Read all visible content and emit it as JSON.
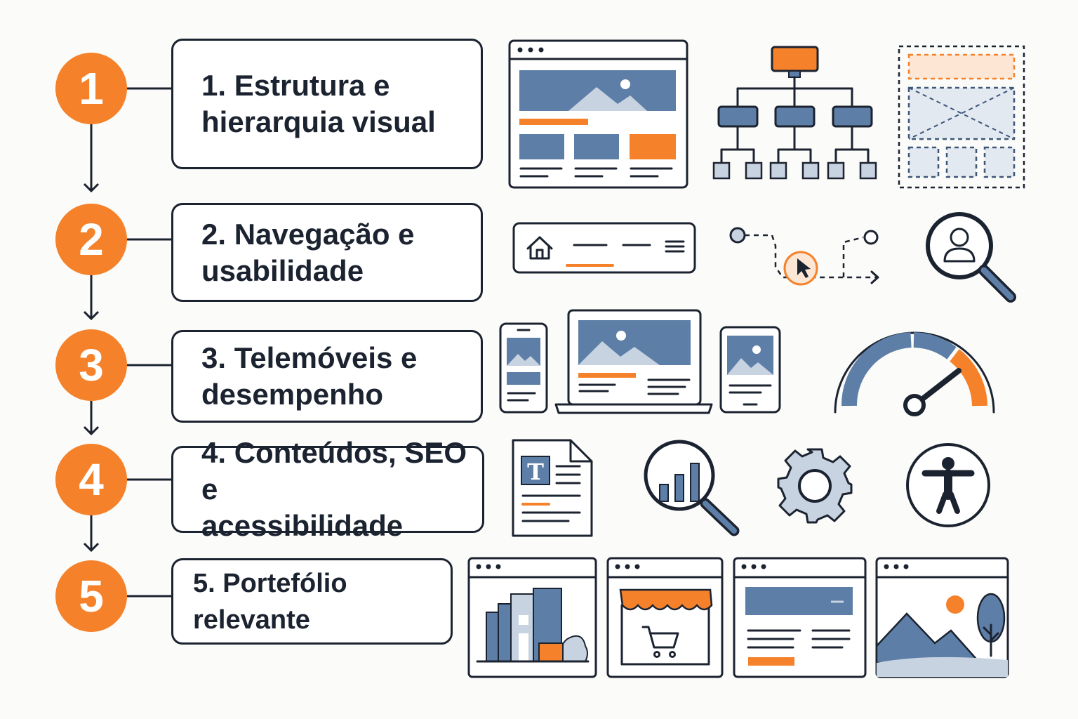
{
  "steps": [
    {
      "number": "1",
      "label": "1. Estrutura e\nhierarquia visual"
    },
    {
      "number": "2",
      "label": "2. Navegação e\nusabilidade"
    },
    {
      "number": "3",
      "label": "3. Telemóveis e\ndesempenho"
    },
    {
      "number": "4",
      "label": "4. Conteúdos, SEO e\nacessibilidade"
    },
    {
      "number": "5",
      "label": "5. Portefólio relevante"
    }
  ],
  "colors": {
    "accent": "#f5822a",
    "ink": "#1c2330",
    "blue": "#5d7ea6",
    "light_blue": "#c8d3e2"
  },
  "icons": {
    "step1": [
      "webpage-layout-icon",
      "sitemap-hierarchy-icon",
      "wireframe-icon"
    ],
    "step2": [
      "navigation-bar-icon",
      "user-flow-icon",
      "user-search-icon"
    ],
    "step3": [
      "phone-icon",
      "laptop-icon",
      "tablet-icon",
      "speed-gauge-icon"
    ],
    "step4": [
      "text-document-icon",
      "analytics-search-icon",
      "gear-icon",
      "accessibility-icon"
    ],
    "step5": [
      "building-site-icon",
      "shop-site-icon",
      "article-site-icon",
      "landscape-site-icon"
    ]
  }
}
